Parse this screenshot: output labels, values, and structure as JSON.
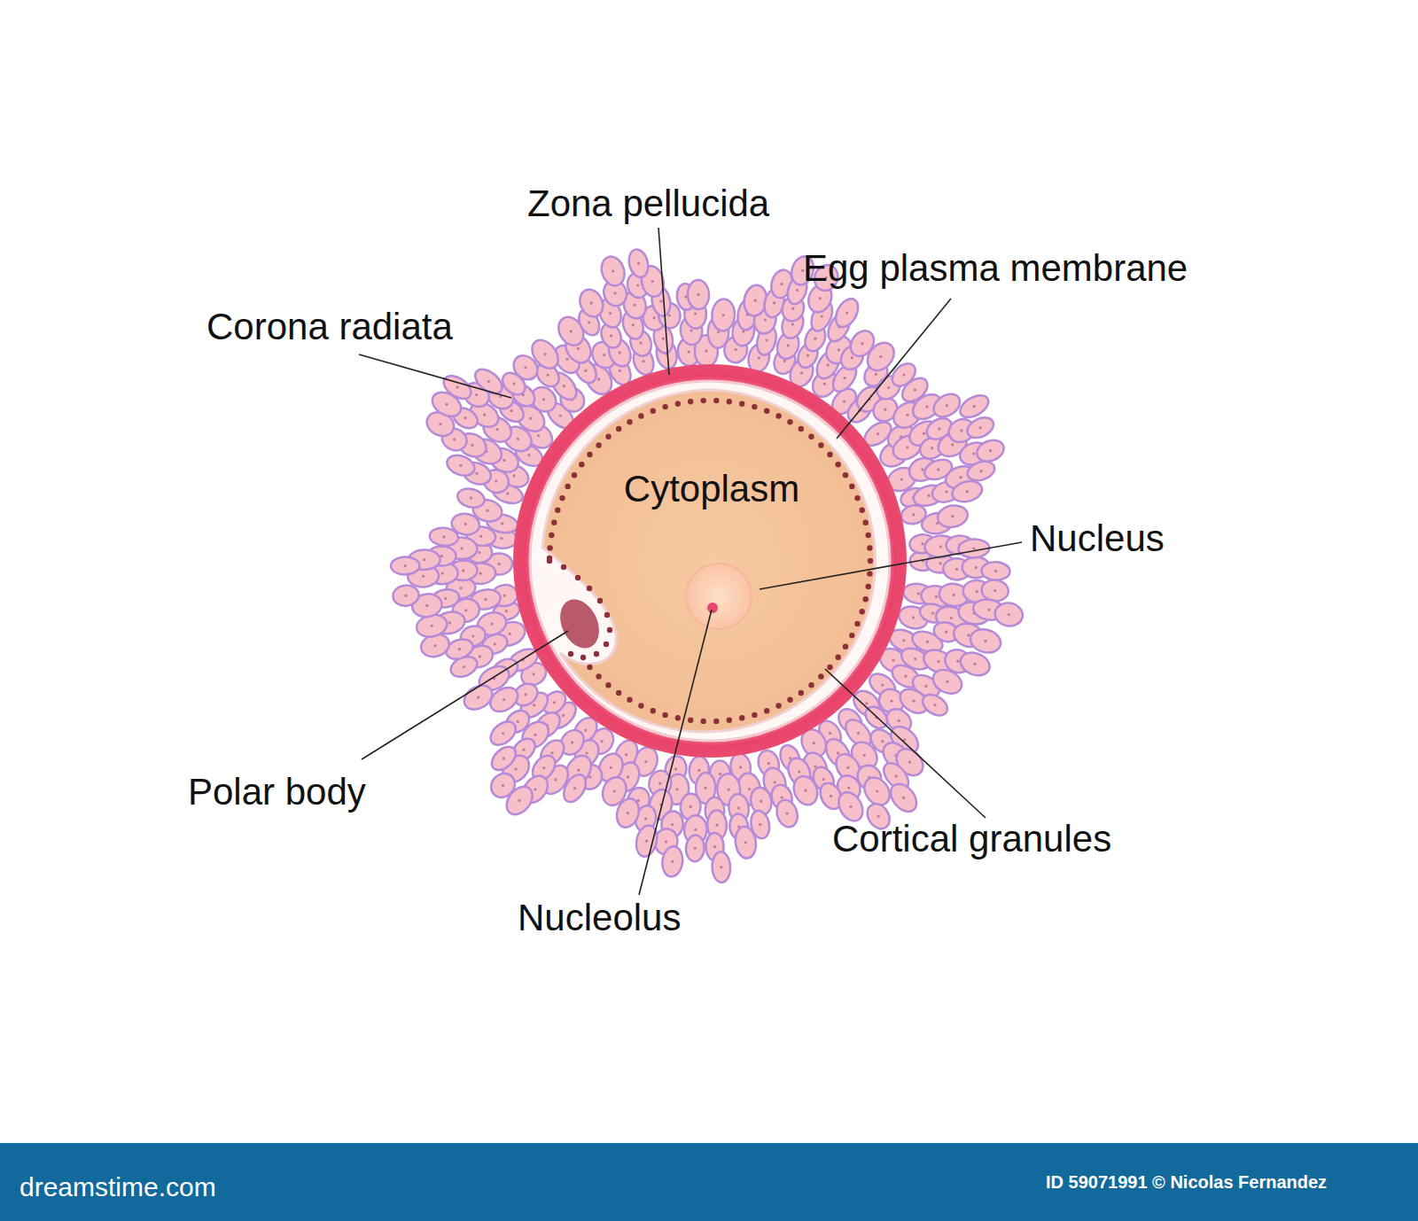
{
  "diagram": {
    "labels": [
      "Zona pellucida",
      "Egg plasma membrane",
      "Corona radiata",
      "Cytoplasm",
      "Nucleus",
      "Polar body",
      "Cortical granules",
      "Nucleolus",
      "dreamstime.com",
      "ID 59071991 © Nicolas Fernandez"
    ]
  }
}
